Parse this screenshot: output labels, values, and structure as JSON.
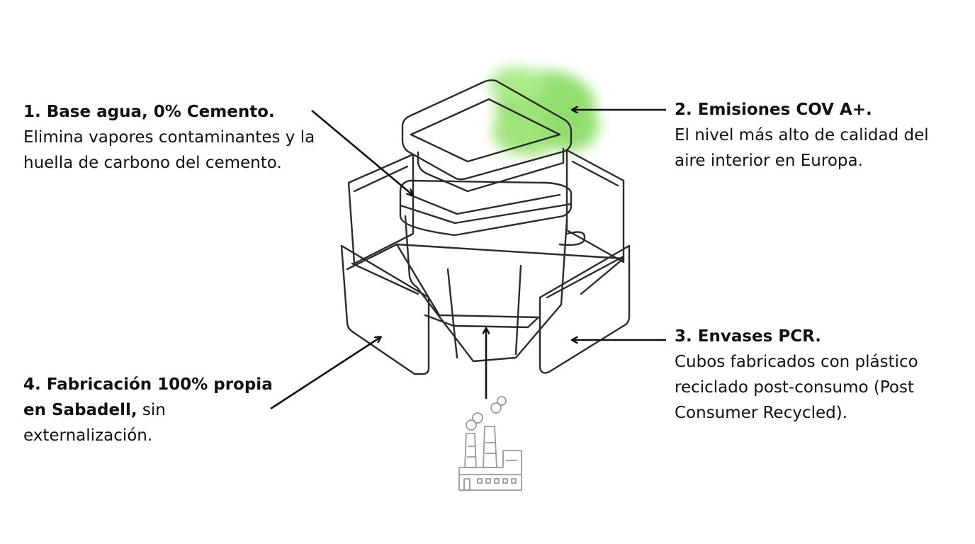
{
  "labels": {
    "base_agua": {
      "title": "1. Base agua, 0% Cemento.",
      "body": "Elimina vapores contaminantes y la huella de carbono del cemento."
    },
    "emisiones": {
      "title": "2. Emisiones COV A+.",
      "body": "El nivel más alto de calidad del aire interior en Europa."
    },
    "envases": {
      "title": "3. Envases PCR.",
      "body": "Cubos fabricados con plástico reciclado post-consumo (Post Consumer Recycled)."
    },
    "fabricacion": {
      "title": "4. Fabricación 100% propia en Sabadell,",
      "body": " sin externalización."
    }
  },
  "icons": [
    "green-cloud-icon",
    "factory-icon",
    "arrow-icon"
  ],
  "colors": {
    "text": "#111111",
    "line_art": "#2b2b2b",
    "cloud_green": "#7ed957",
    "factory_gray": "#9a9a9a"
  }
}
